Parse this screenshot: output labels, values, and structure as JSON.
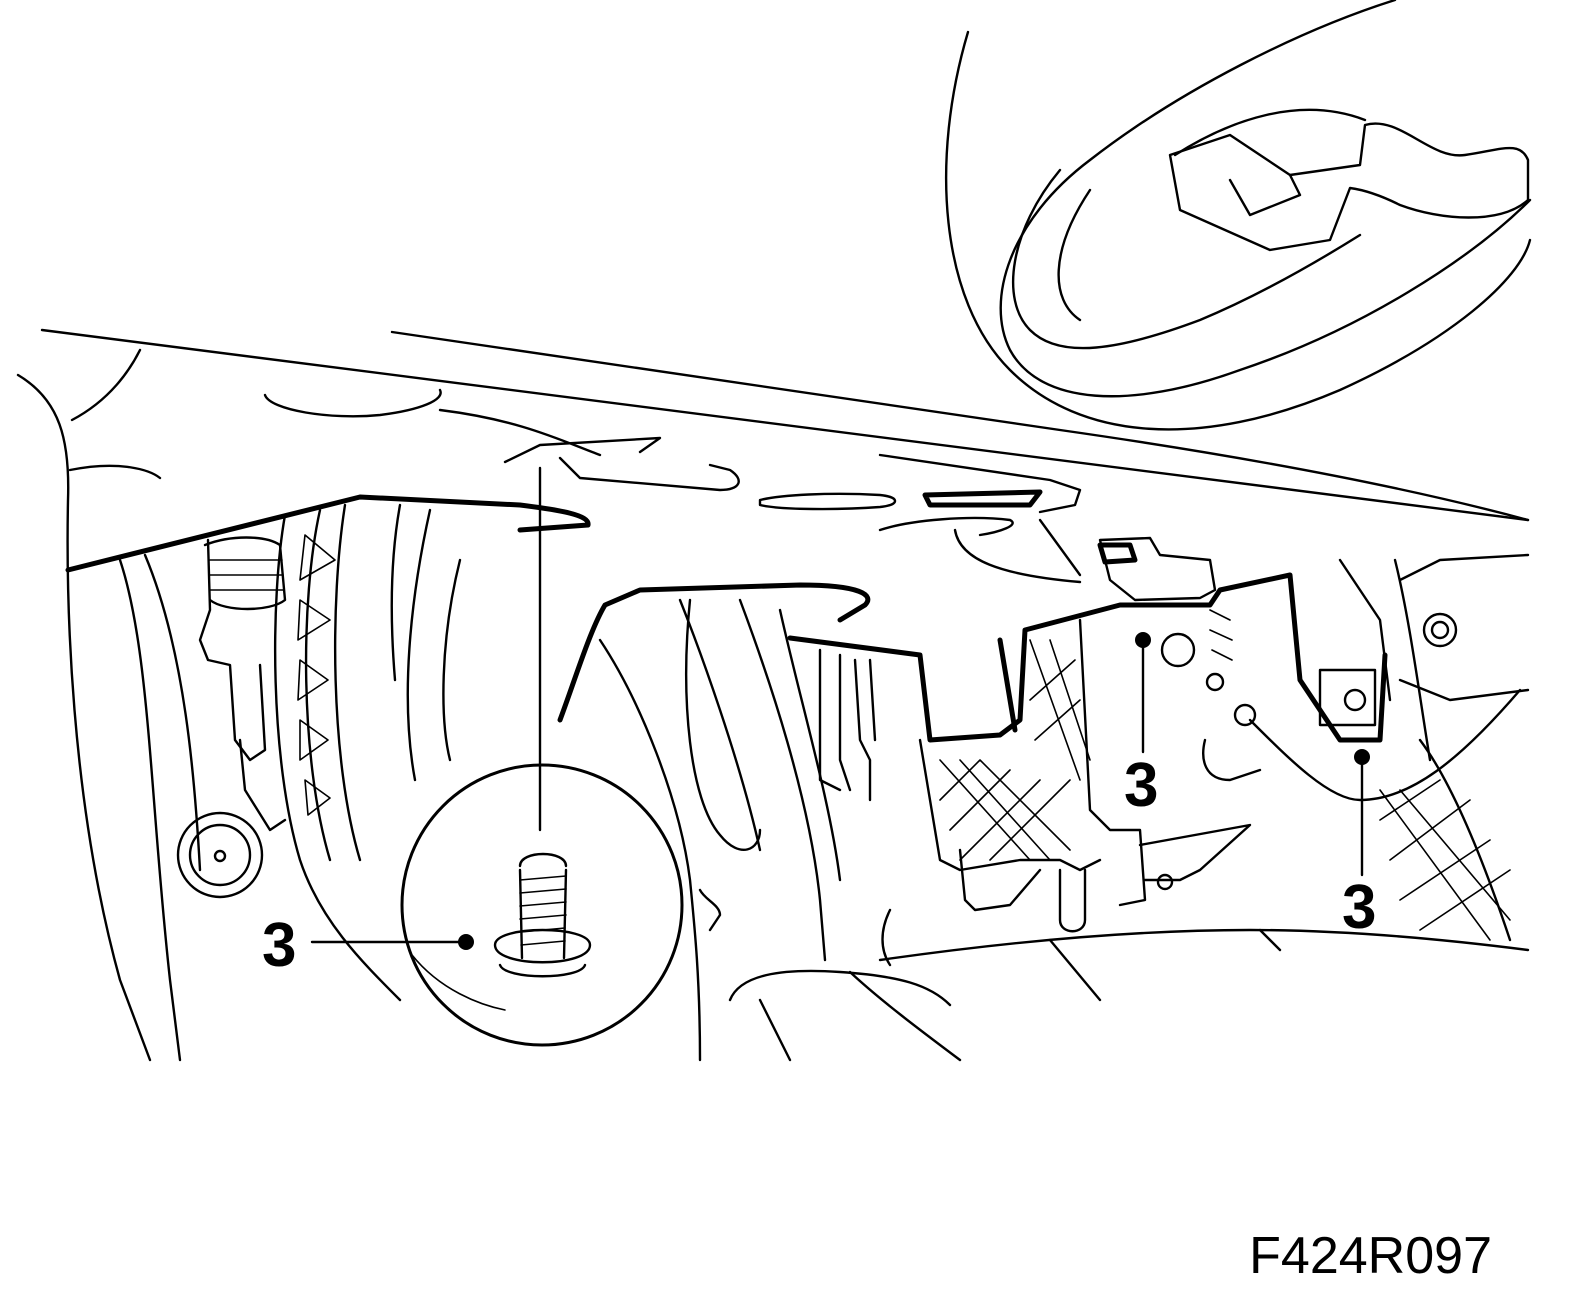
{
  "callouts": [
    {
      "label": "3"
    },
    {
      "label": "3"
    },
    {
      "label": "3"
    }
  ],
  "figure_code": "F424R097"
}
